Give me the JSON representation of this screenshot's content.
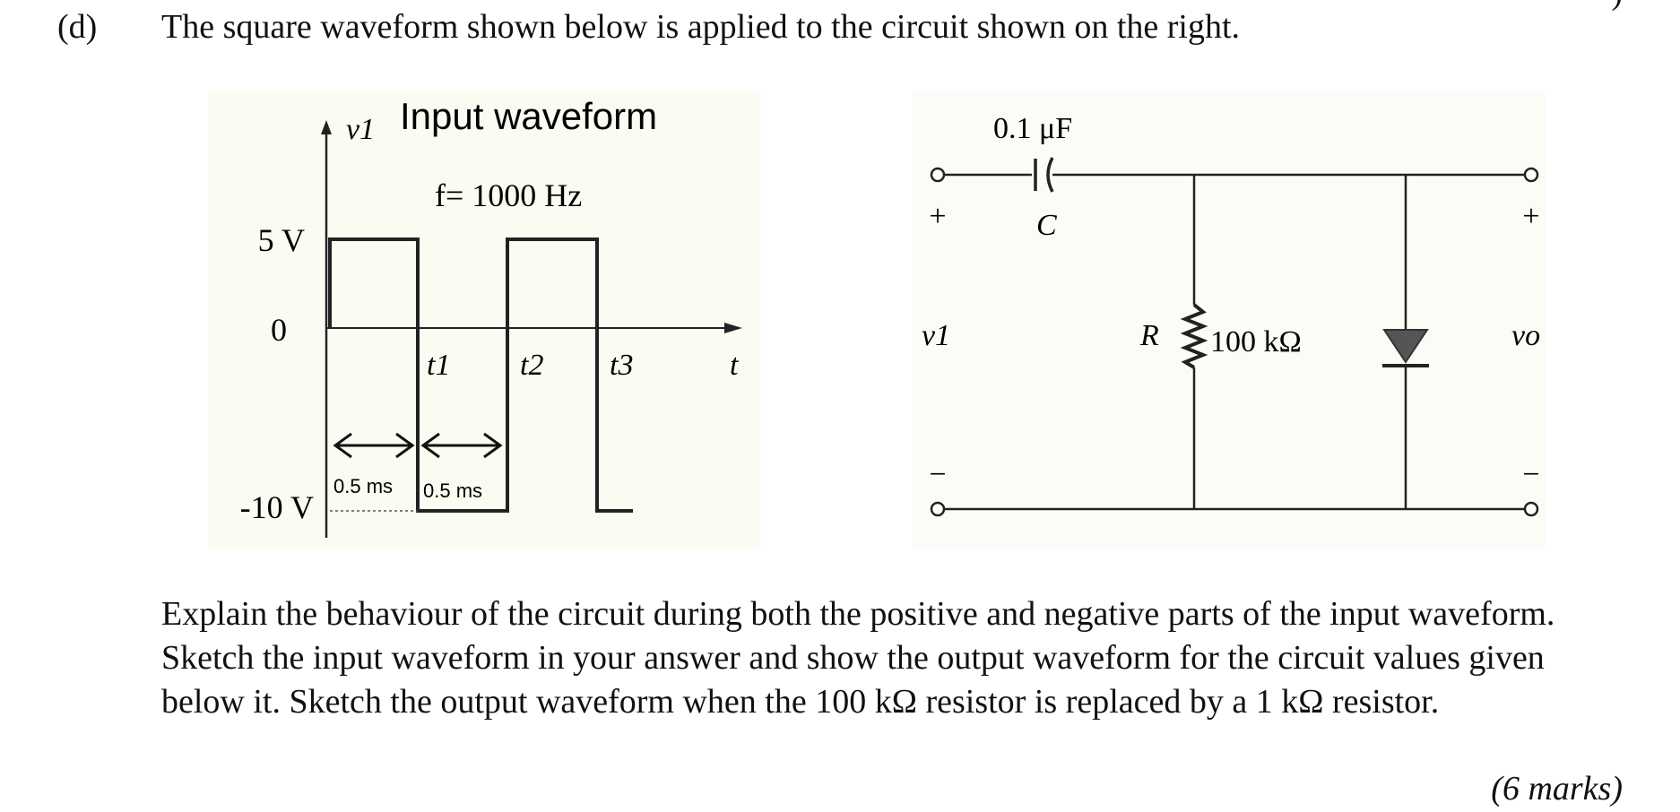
{
  "question": {
    "part_label": "(d)",
    "intro": "The square waveform shown below is applied to the circuit shown on the right.",
    "body": "Explain the behaviour of the circuit during both the positive and negative parts of the input waveform.  Sketch the input waveform in your answer and show the output waveform for the circuit values given below it.  Sketch the output waveform when the 100 kΩ resistor is replaced by a 1 kΩ resistor.",
    "marks": "(6 marks)",
    "corner_mark": ")"
  },
  "waveform": {
    "title": "Input waveform",
    "y_axis_label": "v1",
    "x_axis_label": "t",
    "frequency": "f= 1000 Hz",
    "level_high": "5 V",
    "level_zero": "0",
    "level_low": "-10 V",
    "time_marks": [
      "t1",
      "t2",
      "t3"
    ],
    "duration_labels": [
      "0.5 ms",
      "0.5 ms"
    ]
  },
  "circuit": {
    "capacitor_value": "0.1 μF",
    "capacitor_name": "C",
    "resistor_name": "R",
    "resistor_value": "100 kΩ",
    "input_label": "v1",
    "output_label": "vo",
    "plus": "+",
    "minus": "−"
  }
}
